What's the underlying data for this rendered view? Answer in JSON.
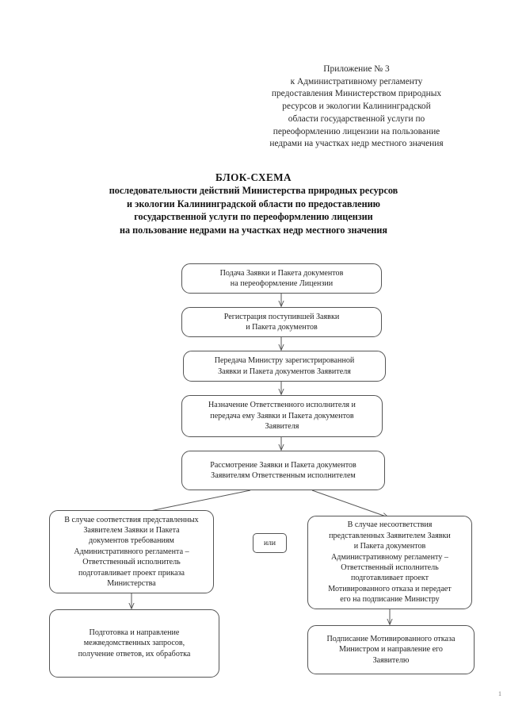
{
  "document": {
    "header": {
      "lines": [
        "Приложение № 3",
        "к Административному регламенту",
        "предоставления Министерством природных",
        "ресурсов и экологии Калининградской",
        "области государственной услуги по",
        "переоформлению лицензии на пользование",
        "недрами на участках недр местного значения"
      ]
    },
    "title": {
      "main": "БЛОК-СХЕМА",
      "subtitle_lines": [
        "последовательности действий Министерства природных ресурсов",
        "и экологии Калининградской области по предоставлению",
        "государственной услуги по переоформлению лицензии",
        "на пользование недрами на участках недр местного значения"
      ]
    },
    "page_mark": "1"
  },
  "flowchart": {
    "type": "flowchart",
    "nodes": [
      {
        "id": "node-1",
        "name": "submission-box",
        "lines": [
          "Подача Заявки  и Пакета документов",
          "на переоформление Лицензии"
        ]
      },
      {
        "id": "node-2",
        "name": "registration-box",
        "lines": [
          "Регистрация поступившей Заявки",
          "и Пакета документов"
        ]
      },
      {
        "id": "node-3",
        "name": "transfer-to-minister-box",
        "lines": [
          "Передача Министру зарегистрированной",
          "Заявки и Пакета документов Заявителя"
        ]
      },
      {
        "id": "node-4",
        "name": "assign-executor-box",
        "lines": [
          "Назначение Ответственного исполнителя и",
          "передача ему Заявки и Пакета документов",
          "Заявителя"
        ]
      },
      {
        "id": "node-5",
        "name": "review-box",
        "lines": [
          "Рассмотрение Заявки и Пакета документов",
          "Заявителям  Ответственным исполнителем"
        ]
      },
      {
        "id": "node-6",
        "name": "compliant-branch-box",
        "lines": [
          "В случае соответствия представленных",
          "Заявителем Заявки и Пакета",
          "документов требованиям",
          "Административного регламента –",
          "Ответственный исполнитель",
          "подготавливает проект приказа",
          "Министерства"
        ]
      },
      {
        "id": "node-or",
        "name": "or-connector-box",
        "lines": [
          "или"
        ]
      },
      {
        "id": "node-7",
        "name": "noncompliant-branch-box",
        "lines": [
          "В случае несоответствия",
          "представленных Заявителем Заявки",
          "и Пакета документов",
          "Административному регламенту –",
          "Ответственный исполнитель",
          "подготавливает проект",
          "Мотивированного отказа и передает",
          "его на подписание Министру"
        ]
      },
      {
        "id": "node-8",
        "name": "interagency-requests-box",
        "lines": [
          "Подготовка и направление",
          "межведомственных запросов,",
          "получение ответов, их обработка"
        ]
      },
      {
        "id": "node-9",
        "name": "refusal-signing-box",
        "lines": [
          "Подписание Мотивированного отказа",
          "Министром и направление его",
          "Заявителю"
        ]
      }
    ]
  }
}
